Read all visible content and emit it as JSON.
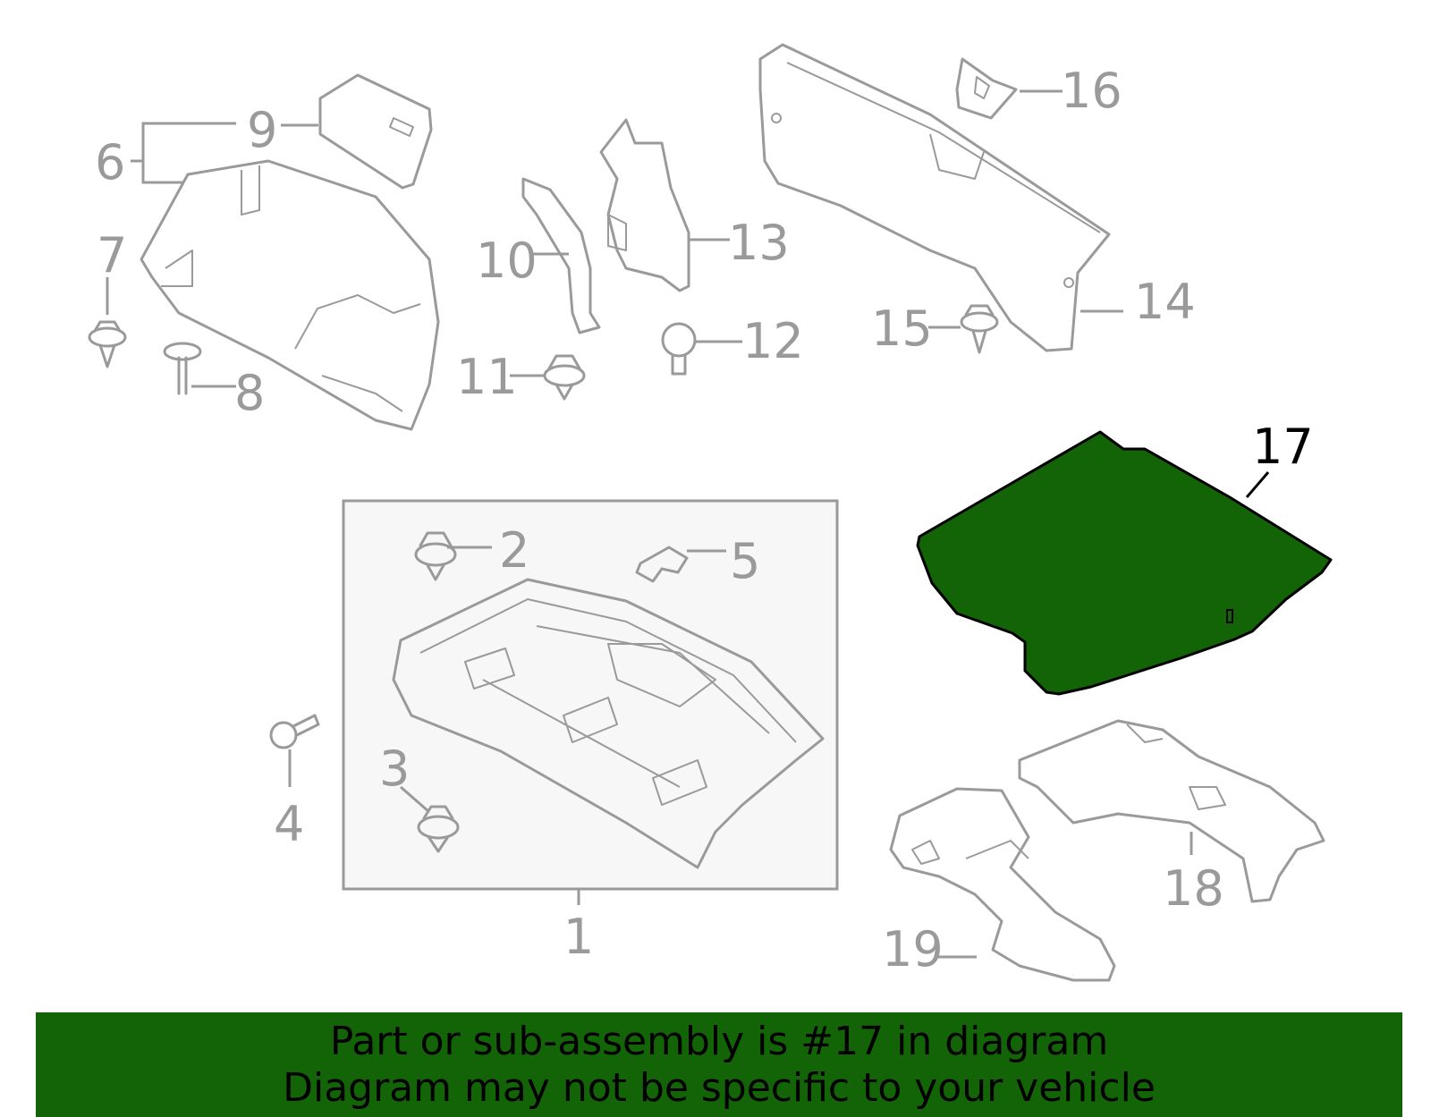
{
  "diagram": {
    "callouts": [
      {
        "id": "1",
        "label": "1"
      },
      {
        "id": "2",
        "label": "2"
      },
      {
        "id": "3",
        "label": "3"
      },
      {
        "id": "4",
        "label": "4"
      },
      {
        "id": "5",
        "label": "5"
      },
      {
        "id": "6",
        "label": "6"
      },
      {
        "id": "7",
        "label": "7"
      },
      {
        "id": "8",
        "label": "8"
      },
      {
        "id": "9",
        "label": "9"
      },
      {
        "id": "10",
        "label": "10"
      },
      {
        "id": "11",
        "label": "11"
      },
      {
        "id": "12",
        "label": "12"
      },
      {
        "id": "13",
        "label": "13"
      },
      {
        "id": "14",
        "label": "14"
      },
      {
        "id": "15",
        "label": "15"
      },
      {
        "id": "16",
        "label": "16"
      },
      {
        "id": "17",
        "label": "17"
      },
      {
        "id": "18",
        "label": "18"
      },
      {
        "id": "19",
        "label": "19"
      }
    ],
    "highlighted_part": "17",
    "colors": {
      "highlight_fill": "#136307",
      "part_stroke": "#9a9a9a",
      "highlight_stroke": "#000000",
      "banner_bg": "#136307",
      "subassembly_box_bg": "#f7f7f7"
    }
  },
  "banner": {
    "line1": "Part or sub-assembly is #17 in diagram",
    "line2": "Diagram may not be specific to your vehicle"
  }
}
